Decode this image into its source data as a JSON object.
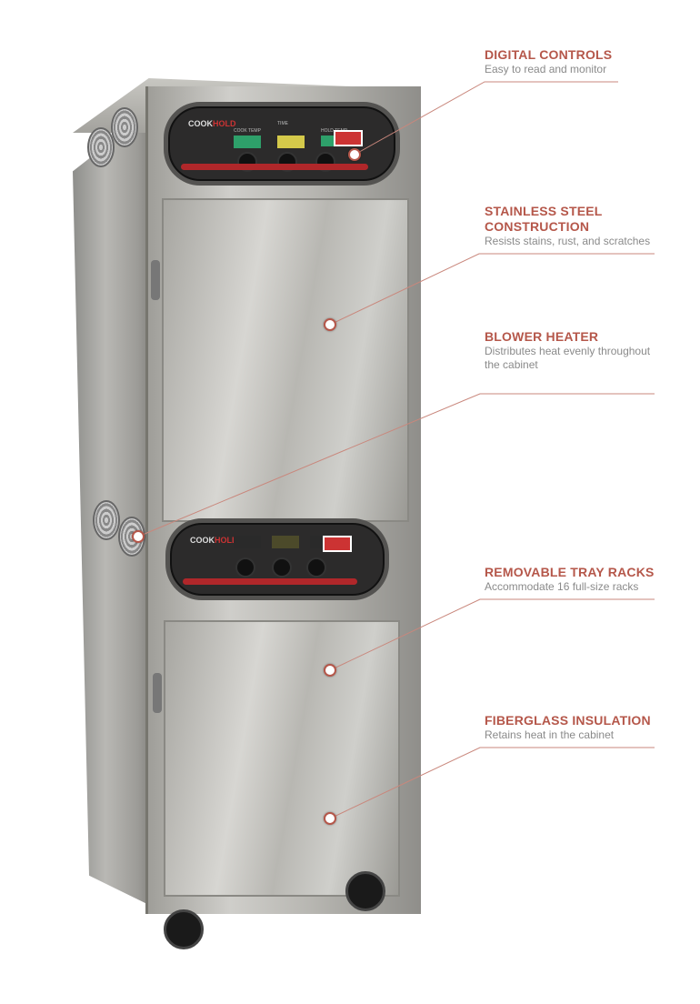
{
  "colors": {
    "accent": "#b5574a",
    "subtitle": "#8a8a8a",
    "leader_line": "#c9877c"
  },
  "product_panel": {
    "brand_cook": "COOK",
    "brand_accent": "HOLD",
    "cook_temp": "COOK TEMP",
    "hold_temp": "HOLD TEMP",
    "time": "TIME"
  },
  "callouts": [
    {
      "title": "DIGITAL CONTROLS",
      "subtitle": "Easy to read and monitor"
    },
    {
      "title": "STAINLESS STEEL\nCONSTRUCTION",
      "subtitle": "Resists stains, rust, and scratches"
    },
    {
      "title": "BLOWER HEATER",
      "subtitle": "Distributes heat evenly throughout\nthe cabinet"
    },
    {
      "title": "REMOVABLE TRAY RACKS",
      "subtitle": "Accommodate 16 full-size racks"
    },
    {
      "title": "FIBERGLASS INSULATION",
      "subtitle": "Retains heat in the cabinet"
    }
  ]
}
